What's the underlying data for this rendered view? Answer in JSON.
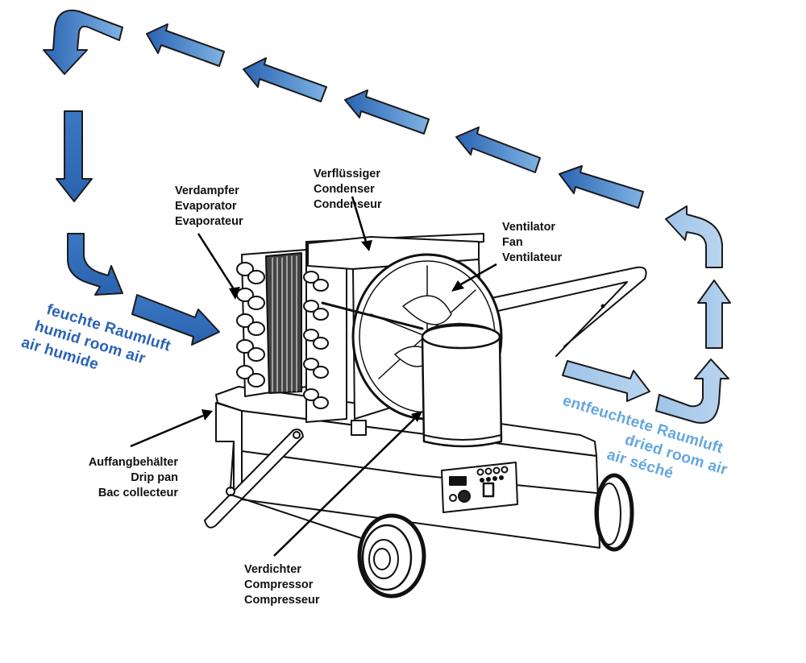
{
  "diagram": {
    "title": "Dehumidifier air flow and components",
    "colors": {
      "arrow_dark": "#2f6cba",
      "arrow_mid": "#5d95d4",
      "arrow_light": "#a9cbea",
      "arrow_outline": "#1b1b1b",
      "humid_text": "#2a63b4",
      "dried_text": "#64a7e0",
      "line_art": "#111111"
    },
    "components": [
      {
        "id": "evaporator",
        "lines": [
          "Verdampfer",
          "Evaporator",
          "Evaporateur"
        ]
      },
      {
        "id": "condenser",
        "lines": [
          "Verflüssiger",
          "Condenser",
          "Condenseur"
        ]
      },
      {
        "id": "fan",
        "lines": [
          "Ventilator",
          "Fan",
          "Ventilateur"
        ]
      },
      {
        "id": "drip-pan",
        "lines": [
          "Auffangbehälter",
          "Drip pan",
          "Bac collecteur"
        ]
      },
      {
        "id": "compressor",
        "lines": [
          "Verdichter",
          "Compressor",
          "Compresseur"
        ]
      }
    ],
    "airflow": {
      "humid": {
        "lines": [
          "feuchte Raumluft",
          "humid room air",
          "air humide"
        ]
      },
      "dried": {
        "lines": [
          "entfeuchtete Raumluft",
          "dried room air",
          "air séché"
        ]
      }
    },
    "flow_direction": "counter-clockwise loop: dried air exits right, rises, returns across top, descends left, enters evaporator"
  }
}
